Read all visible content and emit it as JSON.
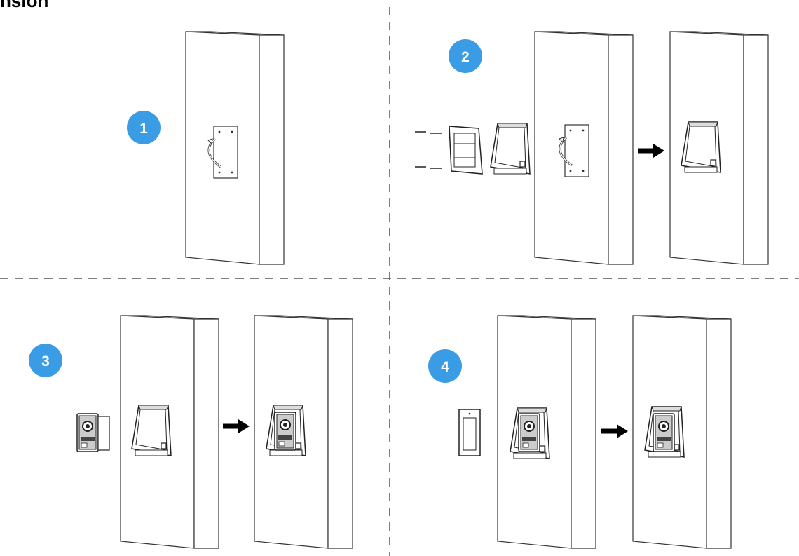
{
  "title_fragment": "nsion",
  "steps": [
    {
      "number": "1"
    },
    {
      "number": "2"
    },
    {
      "number": "3"
    },
    {
      "number": "4"
    }
  ],
  "colors": {
    "step_badge": "#3b9ce6",
    "line": "#333333",
    "divider": "#555555",
    "arrow": "#000000"
  }
}
